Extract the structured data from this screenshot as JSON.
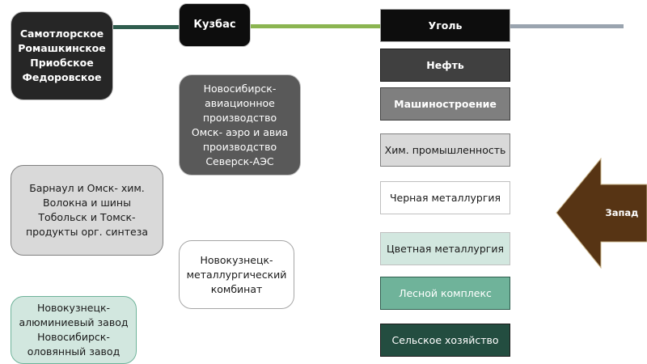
{
  "hub": {
    "label": "Кузбас"
  },
  "left_column": {
    "oil_fields": "Самотлорское\nРомашкинское\nПриобское\nФедоровское",
    "chemistry": "Барнаул и Омск- хим.\nВолокна и шины\nТобольск и Томск-\nпродукты орг. синтеза",
    "non_ferrous": "Новокузнецк-\nалюминиевый завод\nНовосибирск-\nоловянный завод"
  },
  "middle_column": {
    "machinery": "Новосибирск-\nавиационное\nпроизводство\nОмск- аэро и авиа\nпроизводство\nСеверск-АЭС",
    "ferrous": "Новокузнецк-\nметаллургический\nкомбинат"
  },
  "industries": [
    {
      "label": "Уголь",
      "bg": "#0d0d0d",
      "fg": "#ffffff"
    },
    {
      "label": "Нефть",
      "bg": "#404040",
      "fg": "#ffffff"
    },
    {
      "label": "Машиностроение",
      "bg": "#7f7f7f",
      "fg": "#ffffff"
    },
    {
      "label": "Хим. промышленность",
      "bg": "#d9d9d9",
      "fg": "#1a1a1a"
    },
    {
      "label": "Черная металлургия",
      "bg": "#ffffff",
      "fg": "#1a1a1a"
    },
    {
      "label": "Цветная металлургия",
      "bg": "#d2e7df",
      "fg": "#1a1a1a"
    },
    {
      "label": "Лесной комплекс",
      "bg": "#6fb39a",
      "fg": "#ffffff"
    },
    {
      "label": "Сельское хозяйство",
      "bg": "#234d40",
      "fg": "#ffffff"
    }
  ],
  "direction_arrow": {
    "label": "Запад",
    "color": "#573414"
  },
  "connector_colors": {
    "left": "#2f5d4e",
    "middle": "#8bb551",
    "right": "#9aa4af"
  }
}
